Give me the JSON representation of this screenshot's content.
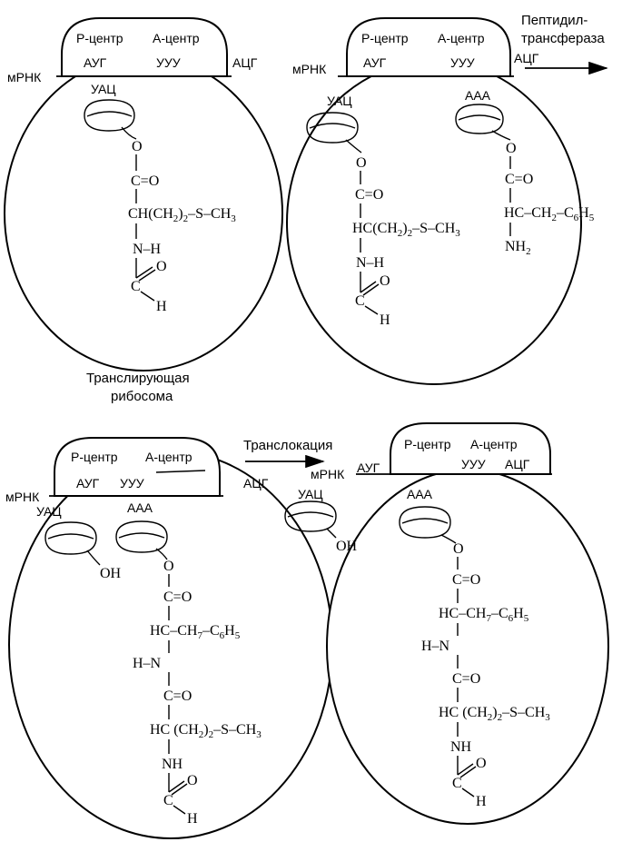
{
  "labels": {
    "p_site": "Р-центр",
    "a_site": "А-центр",
    "mrna": "мРНК",
    "aug": "АУГ",
    "uuu": "УУУ",
    "acg": "АЦГ",
    "uac": "УАЦ",
    "aaa": "AAA",
    "peptidyl_1": "Пептидил-",
    "peptidyl_2": "трансфераза",
    "translocation": "Транслокация",
    "caption_1": "Транслирующая",
    "caption_2": "рибосома"
  },
  "chem": {
    "O": "O",
    "H": "H",
    "OH": "OH",
    "N": "N",
    "NH": "NH",
    "NH2_N": "NH",
    "sub2": "2",
    "sub5": "5",
    "sub6": "6",
    "sub3": "3",
    "sub7": "7",
    "CO": "C=O",
    "CH": "CH",
    "HC": "HC",
    "C": "C",
    "NH_dash": "N–H",
    "H_dash_N": "H–N",
    "met_side": "(CH",
    "met_side_b": ")",
    "met_side_c": "–S–CH",
    "phe_side_a": "–CH",
    "phe_side_b": "–C",
    "phe_side_c": "H",
    "phe_side_d": "–CH",
    "phe_side_e": "–C"
  }
}
